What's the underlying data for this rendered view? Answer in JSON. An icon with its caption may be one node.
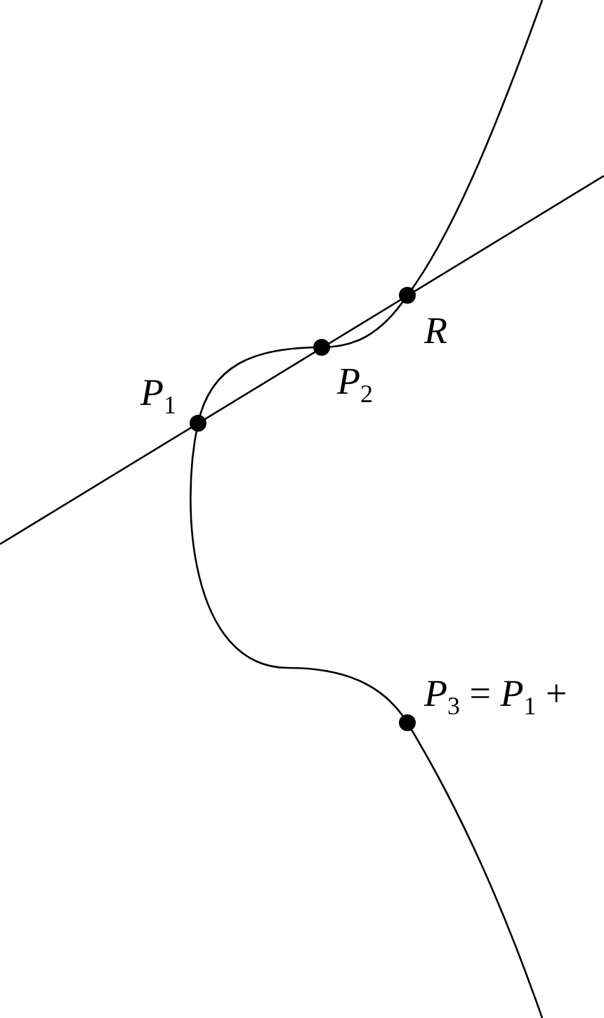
{
  "diagram": {
    "nodes": [
      {
        "text": [],
        "shape": "circle",
        "beside": [
          "*P*$_{1}$"
        ]
      },
      {
        "text": [],
        "shape": "circle",
        "beside": [
          "*P*$_{2}$"
        ]
      },
      {
        "text": [],
        "shape": "circle",
        "beside": [
          "*R*"
        ]
      },
      {
        "text": [],
        "shape": "circle",
        "beside": [
          "*P*$_{3}$ = *P*$_{1}$ +"
        ]
      }
    ]
  }
}
